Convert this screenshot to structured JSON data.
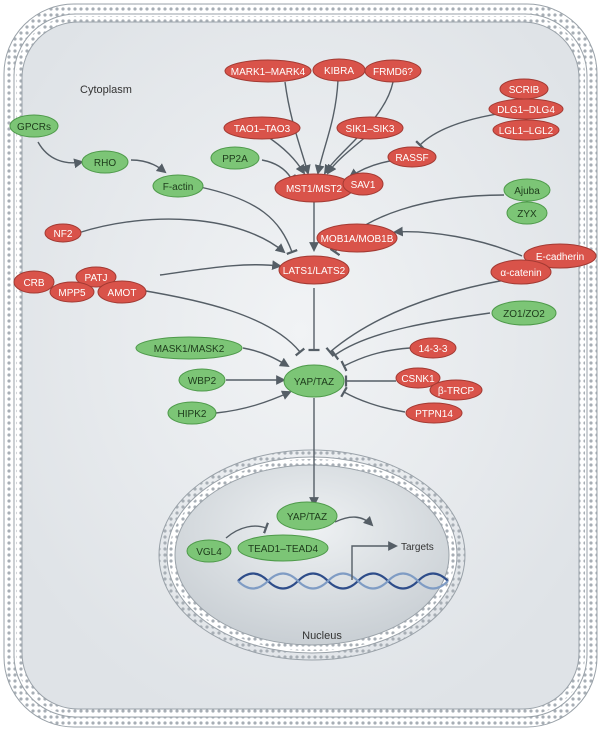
{
  "regions": {
    "cytoplasm": "Cytoplasm",
    "nucleus": "Nucleus"
  },
  "colors": {
    "red": "#d9534a",
    "green": "#7cc576",
    "arrow": "#555e66",
    "membrane": "#9aa2a9",
    "cyto_fill": "#e8ebee",
    "nucleus_fill": "#d8dde1",
    "dna_a": "#2e4d8a",
    "dna_b": "#7f9cc4"
  },
  "nodes": {
    "mark": "MARK1–MARK4",
    "kibra": "KIBRA",
    "frmd6": "FRMD6?",
    "scrib": "SCRIB",
    "dlg": "DLG1–DLG4",
    "lgl": "LGL1–LGL2",
    "gpcrs": "GPCRs",
    "tao": "TAO1–TAO3",
    "sik": "SIK1–SIK3",
    "rho": "RHO",
    "pp2a": "PP2A",
    "rassf": "RASSF",
    "factin": "F-actin",
    "mst": "MST1/MST2",
    "sav1": "SAV1",
    "ajuba": "Ajuba",
    "zyx": "ZYX",
    "nf2": "NF2",
    "ecad": "E-cadherin",
    "acat": "α-catenin",
    "mob": "MOB1A/MOB1B",
    "lats": "LATS1/LATS2",
    "crb": "CRB",
    "patj": "PATJ",
    "mpp5": "MPP5",
    "amot": "AMOT",
    "zo": "ZO1/ZO2",
    "mask": "MASK1/MASK2",
    "p1433": "14-3-3",
    "wbp2": "WBP2",
    "yap": "YAP/TAZ",
    "csnk": "CSNK1",
    "btrcp": "β-TRCP",
    "hipk2": "HIPK2",
    "ptpn14": "PTPN14",
    "nyap": "YAP/TAZ",
    "vgl4": "VGL4",
    "tead": "TEAD1–TEAD4",
    "targets": "Targets"
  }
}
